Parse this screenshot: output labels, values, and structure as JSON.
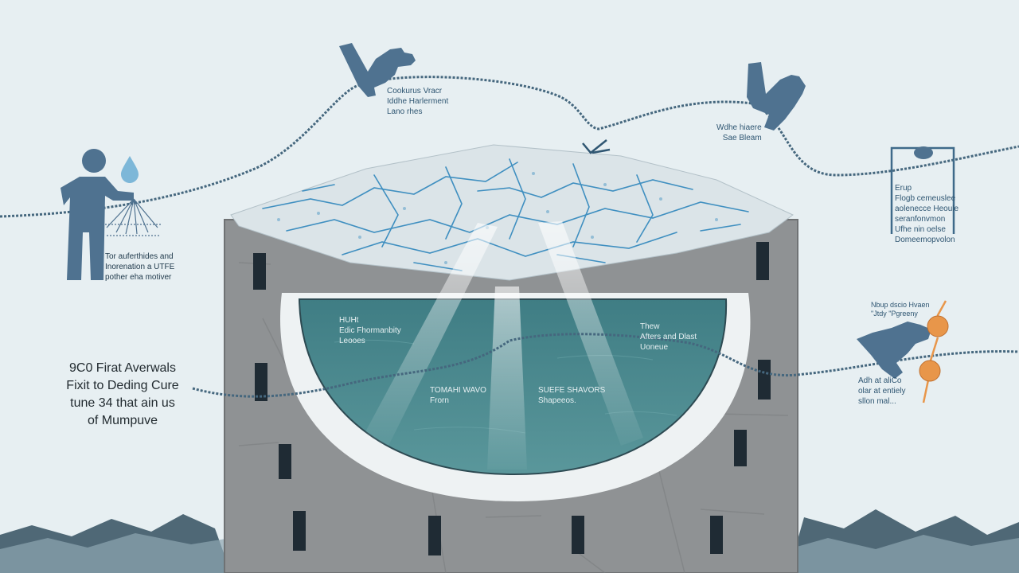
{
  "colors": {
    "background": "#e7eff2",
    "wall": "#8f9294",
    "water": "#4f8d92",
    "ice": "#dbe4e8",
    "crack": "#3f8fc0",
    "figure": "#4f7290",
    "accent_orange": "#e8964a"
  },
  "icons": {
    "person": "person-watering-icon",
    "droplet": "water-droplet-icon",
    "hand_left": "hand-icon",
    "hand_right": "hand-icon",
    "hand_lower": "hand-icon",
    "gallows": "frame-icon",
    "checkmark": "checkmark-icon"
  },
  "labels": {
    "main": [
      "9C0 Firat Averwals",
      "Fixit to Deding Cure",
      "tune 34 that ain us",
      "of Mumpuve"
    ],
    "person": [
      "Tor auferthides and",
      "Inorenation a UTFE",
      "pother eha motiver"
    ],
    "hand_top": [
      "Cookurus Vracr",
      "Iddhe Harlerment",
      "Lano rhes"
    ],
    "hand_right": [
      "Wdhe hiaere",
      "Sae Bleam"
    ],
    "frame": [
      "Erup",
      "Flogb cemeuslee",
      "aolenecce Heoule",
      "seranfonvmon",
      "Ufhe nin oelse",
      "Domeemopvolon"
    ],
    "orange": [
      "Nbup dscio Hvaen",
      "\"Jtdy \"Pgreeny"
    ],
    "lower_right": [
      "Adh at aliCo",
      "olar at entiely",
      "sllon mal..."
    ],
    "water_left": [
      "HUHt",
      "Edic Fhormanbity",
      "Leooes"
    ],
    "water_right": [
      "Thew",
      "Afters and Dlast",
      "Uoneue"
    ],
    "water_bottom_left": [
      "TOMAHI WAVO",
      "Frorn"
    ],
    "water_bottom_right": [
      "SUEFE SHAVORS",
      "Shapeeos."
    ]
  }
}
